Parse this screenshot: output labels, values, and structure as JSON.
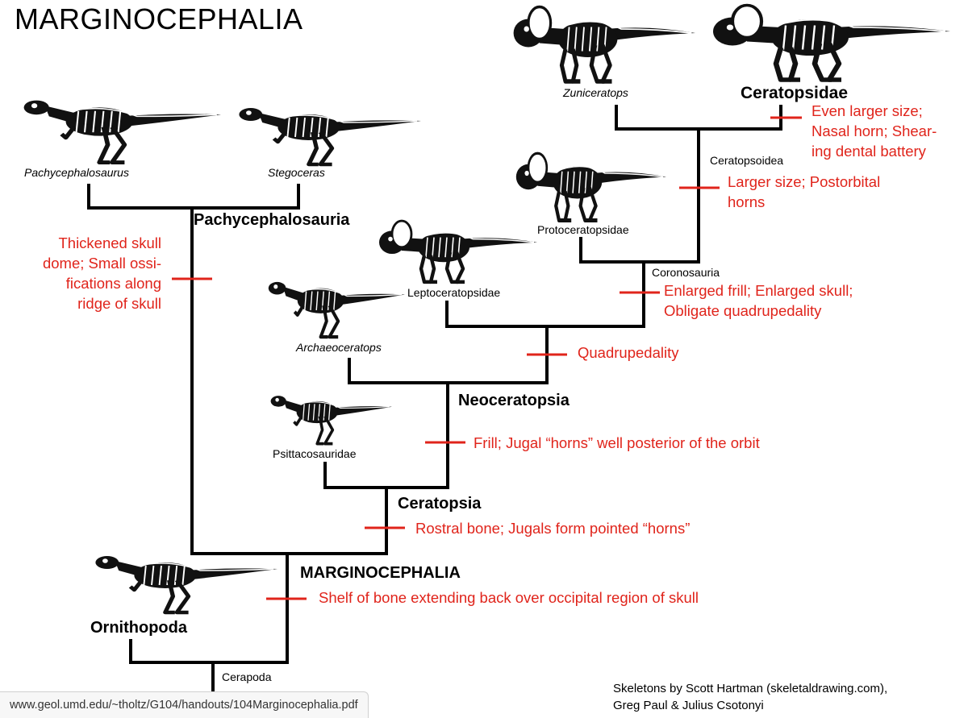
{
  "title": "MARGINOCEPHALIA",
  "taxa": {
    "pachycephalosaurus": "Pachycephalosaurus",
    "stegoceras": "Stegoceras",
    "pachycephalosauria": "Pachycephalosauria",
    "zuniceratops": "Zuniceratops",
    "ceratopsidae": "Ceratopsidae",
    "ceratopsoidea": "Ceratopsoidea",
    "protoceratopsidae": "Protoceratopsidae",
    "coronosauria": "Coronosauria",
    "leptoceratopsidae": "Leptoceratopsidae",
    "archaeoceratops": "Archaeoceratops",
    "neoceratopsia": "Neoceratopsia",
    "psittacosauridae": "Psittacosauridae",
    "ceratopsia": "Ceratopsia",
    "marginocephalia": "MARGINOCEPHALIA",
    "ornithopoda": "Ornithopoda",
    "cerapoda": "Cerapoda"
  },
  "characters": {
    "pachy": [
      "Thickened skull",
      "dome; Small ossi-",
      "fications along",
      "ridge of skull"
    ],
    "ceratopsidae": [
      "Even larger size;",
      "Nasal horn; Shear-",
      "ing dental battery"
    ],
    "ceratopsoidea": [
      "Larger size; Postorbital",
      "horns"
    ],
    "coronosauria": [
      "Enlarged frill; Enlarged skull;",
      "Obligate quadrupedality"
    ],
    "quadrupedality": "Quadrupedality",
    "neoceratopsia": "Frill; Jugal “horns” well posterior of the orbit",
    "ceratopsia": "Rostral bone; Jugals form pointed “horns”",
    "marginocephalia": "Shelf of bone extending back over occipital region of skull"
  },
  "credit": [
    "Skeletons by Scott Hartman (skeletaldrawing.com),",
    "Greg Paul & Julius Csotonyi"
  ],
  "url": "www.geol.umd.edu/~tholtz/G104/handouts/104Marginocephalia.pdf",
  "colors": {
    "tree": "#000000",
    "characters": "#e0241b",
    "skeleton_body": "#111111",
    "skeleton_bone": "#ffffff"
  },
  "icons": [
    "dinosaur-skeleton-icon"
  ]
}
